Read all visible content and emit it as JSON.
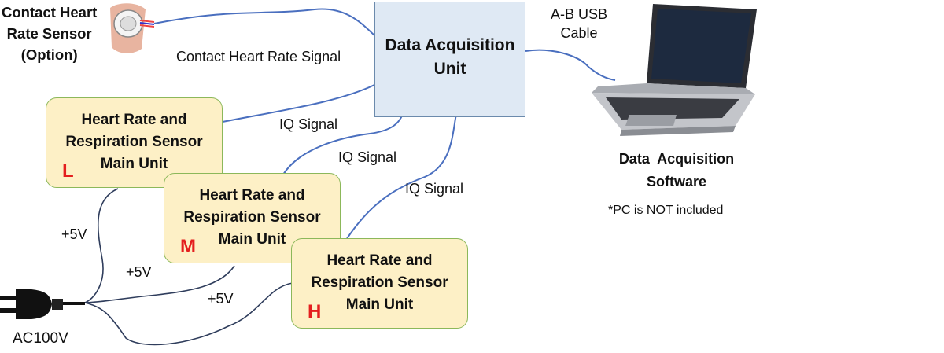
{
  "daq_unit": {
    "line1": "Data Acquisition",
    "line2": "Unit"
  },
  "contact_sensor": {
    "line1": "Contact Heart",
    "line2": "Rate Sensor",
    "line3": "(Option)"
  },
  "sensor_units": [
    {
      "line1": "Heart Rate and",
      "line2": "Respiration Sensor",
      "line3": "Main Unit",
      "tag": "L"
    },
    {
      "line1": "Heart Rate and",
      "line2": "Respiration Sensor",
      "line3": "Main Unit",
      "tag": "M"
    },
    {
      "line1": "Heart Rate and",
      "line2": "Respiration Sensor",
      "line3": "Main Unit",
      "tag": "H"
    }
  ],
  "signals": {
    "contact": "Contact Heart Rate Signal",
    "iq": [
      "IQ Signal",
      "IQ Signal",
      "IQ Signal"
    ],
    "usb_line1": "A-B USB",
    "usb_line2": "Cable",
    "power": [
      "+5V",
      "+5V",
      "+5V"
    ]
  },
  "software": {
    "line1": "Data  Acquisition",
    "line2": "Software",
    "note": "*PC is NOT included"
  },
  "plug": {
    "label": "AC100V"
  },
  "colors": {
    "wire": "#4a6fbf",
    "power_wire": "#2f3d5c",
    "box_fill": "#fdf0c6",
    "box_border": "#8cb85a",
    "daq_fill": "#dfe9f4",
    "tag": "#e41f1f"
  }
}
